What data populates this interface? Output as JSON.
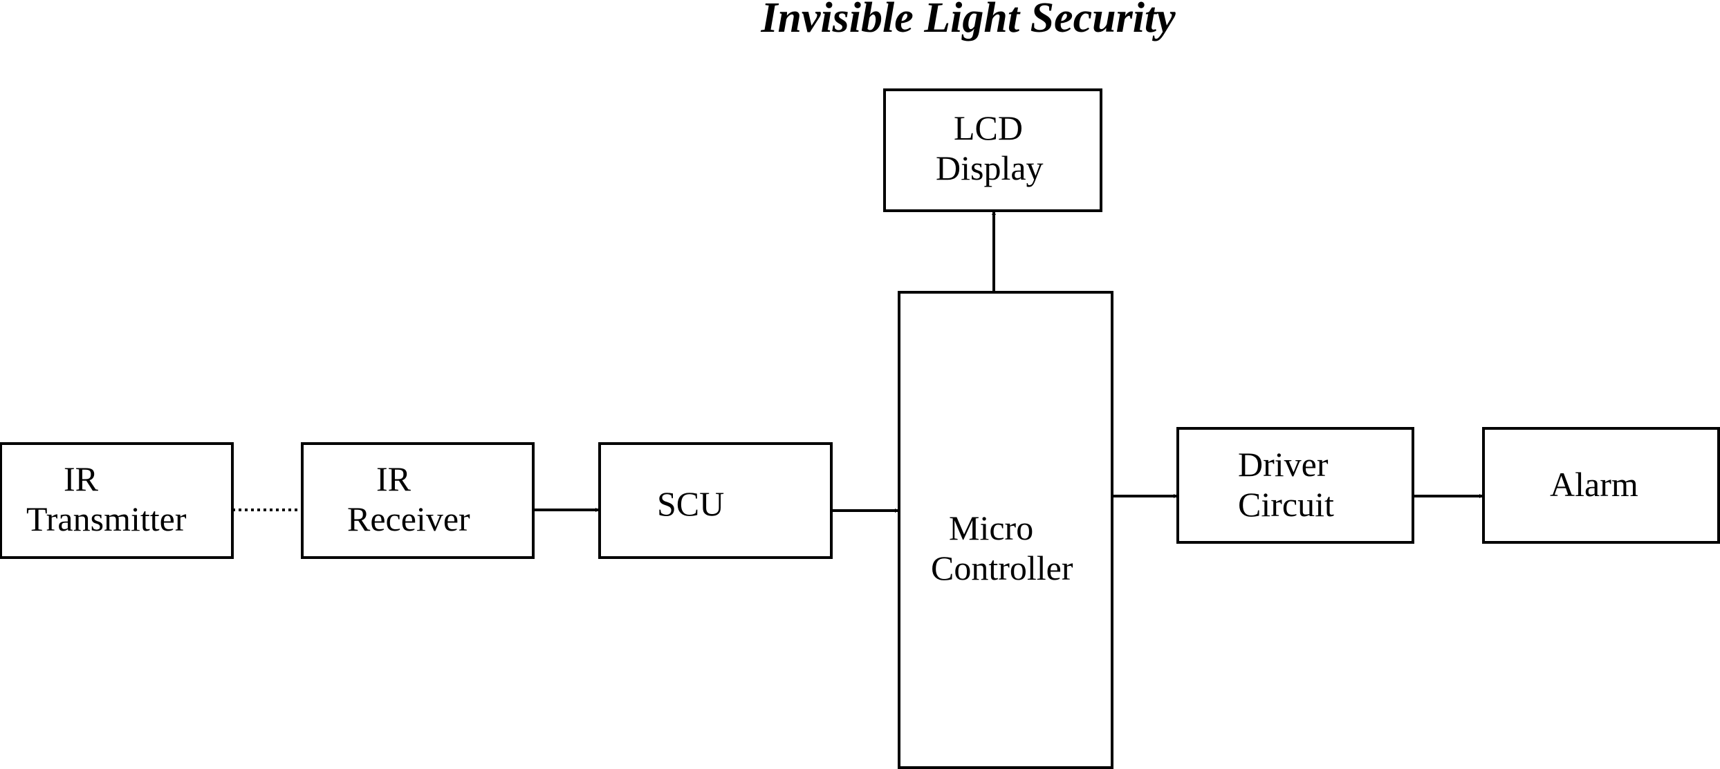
{
  "diagram": {
    "title": "Invisible Light Security",
    "blocks": {
      "ir_transmitter": {
        "line1": "IR",
        "line2": "Transmitter"
      },
      "ir_receiver": {
        "line1": "IR",
        "line2": "Receiver"
      },
      "scu": {
        "label": "SCU"
      },
      "micro_controller": {
        "line1": "Micro",
        "line2": "Controller"
      },
      "lcd_display": {
        "line1": "LCD",
        "line2": "Display"
      },
      "driver_circuit": {
        "line1": "Driver",
        "line2": "Circuit"
      },
      "alarm": {
        "label": "Alarm"
      }
    },
    "connections": [
      {
        "from": "IR Transmitter",
        "to": "IR Receiver",
        "style": "dotted",
        "arrow": false
      },
      {
        "from": "IR Receiver",
        "to": "SCU",
        "style": "solid",
        "arrow": true
      },
      {
        "from": "SCU",
        "to": "Micro Controller",
        "style": "solid",
        "arrow": true
      },
      {
        "from": "Micro Controller",
        "to": "LCD Display",
        "style": "solid",
        "arrow": true
      },
      {
        "from": "Micro Controller",
        "to": "Driver Circuit",
        "style": "solid",
        "arrow": true
      },
      {
        "from": "Driver Circuit",
        "to": "Alarm",
        "style": "solid",
        "arrow": true
      }
    ],
    "colors": {
      "stroke": "#000000",
      "background": "#ffffff"
    }
  }
}
